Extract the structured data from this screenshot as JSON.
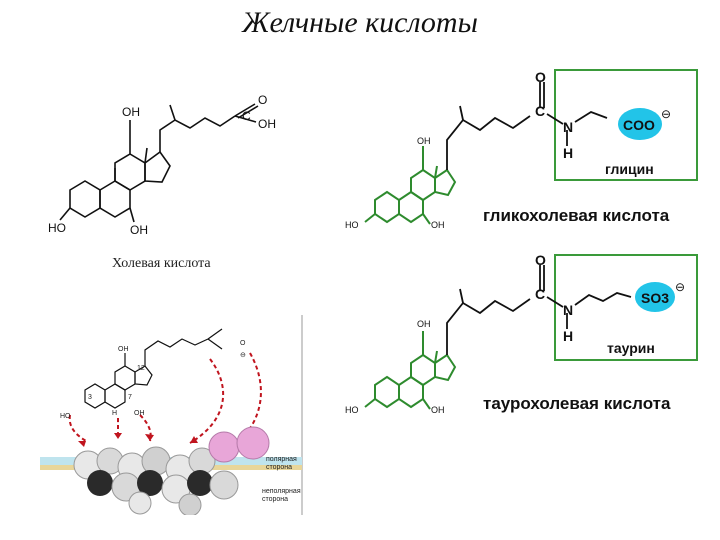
{
  "title": "Желчные кислоты",
  "cholic": {
    "caption": "Холевая кислота",
    "atoms": {
      "O": "O",
      "C": "C",
      "OH_top": "OH",
      "OH_acid": "OH",
      "HO_left": "HO",
      "OH_right": "OH"
    }
  },
  "glyco": {
    "name": "гликохолевая кислота",
    "box_label": "глицин",
    "group": "COO",
    "charge": "⊖",
    "O": "O",
    "C": "C",
    "N": "N",
    "H": "H",
    "OH": "OH",
    "HO": "HO",
    "OH2": "OH"
  },
  "tauro": {
    "name": "таурохолевая кислота",
    "box_label": "таурин",
    "group": "SO3",
    "charge": "⊖",
    "O": "O",
    "C": "C",
    "N": "N",
    "H": "H",
    "OH": "OH",
    "HO": "HO",
    "OH2": "OH"
  },
  "model": {
    "polar_label_1": "полярная",
    "polar_label_2": "сторона",
    "nonpolar_label_1": "неполярная",
    "nonpolar_label_2": "сторона",
    "oh_top": "OH",
    "h": "H",
    "ho": "HO",
    "oh7": "OH",
    "n3": "3",
    "n7": "7",
    "n12": "12",
    "o": "O",
    "charge": "⊖"
  },
  "colors": {
    "ring_green": "#2e8b2e",
    "box_green": "#3a9a3a",
    "cyan_blob": "#22c4e8",
    "arrow_red": "#c0141e",
    "polar_pink": "#e8a6d8"
  }
}
